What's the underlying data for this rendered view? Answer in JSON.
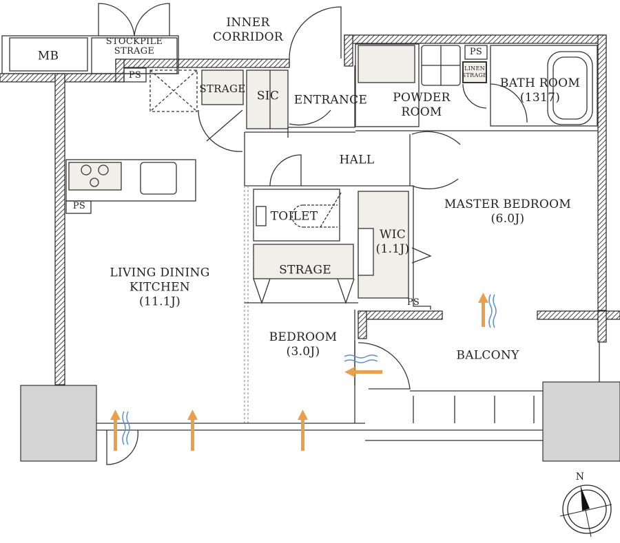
{
  "rooms": {
    "mb": "MB",
    "stockpile": [
      "STOCKPILE",
      "STRAGE"
    ],
    "inner_corridor": [
      "INNER",
      "CORRIDOR"
    ],
    "ps_top": "PS",
    "strage_top": "STRAGE",
    "sic": "SIC",
    "entrance": "ENTRANCE",
    "powder_room": [
      "POWDER",
      "ROOM"
    ],
    "ps_powder": "PS",
    "linen": [
      "LINEN",
      "STRAGE"
    ],
    "bath_room": [
      "BATH ROOM",
      "(1317)"
    ],
    "hall": "HALL",
    "ps_kitchen": "PS",
    "toilet": "TOILET",
    "wic": [
      "WIC",
      "(1.1J)"
    ],
    "master_bedroom": [
      "MASTER BEDROOM",
      "(6.0J)"
    ],
    "strage_mid": "STRAGE",
    "ldk": [
      "LIVING DINING",
      "KITCHEN",
      "(11.1J)"
    ],
    "ps_master": "PS",
    "bedroom": [
      "BEDROOM",
      "(3.0J)"
    ],
    "balcony": "BALCONY"
  },
  "compass": {
    "label": "N"
  },
  "colors": {
    "wall": "#555555",
    "arrow": "#e8a04c",
    "wind": "#5b8fd4",
    "fixture": "#f1efea",
    "column": "#d4d4d4"
  }
}
